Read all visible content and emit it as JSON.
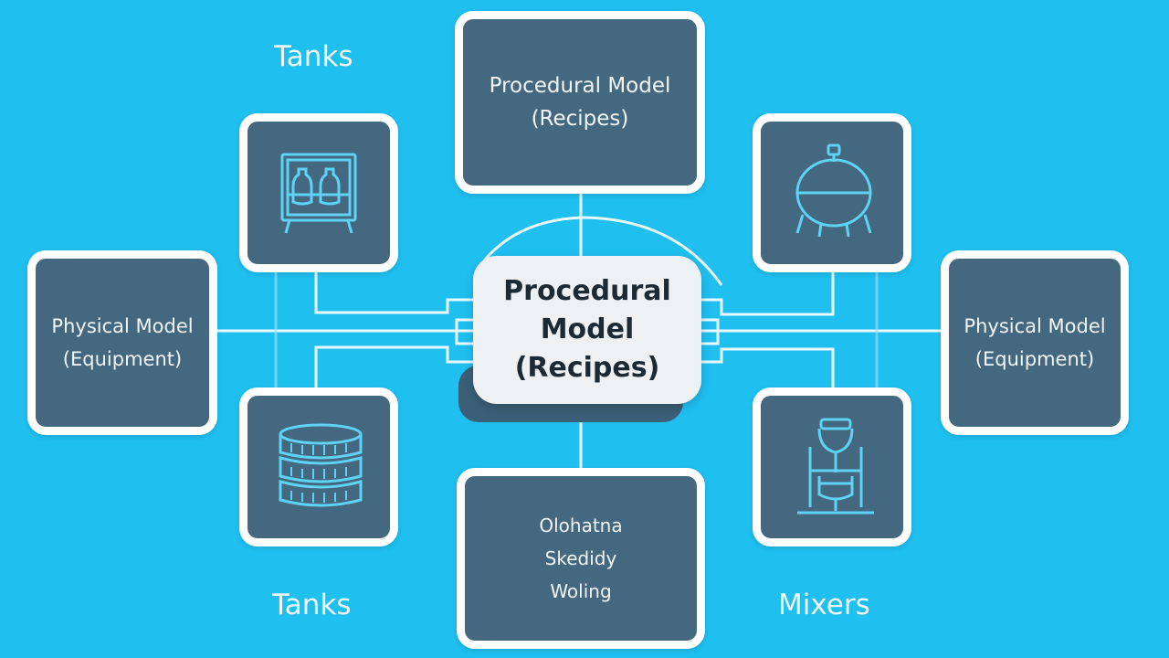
{
  "diagram": {
    "center": {
      "line1": "Procedural",
      "line2": "Model",
      "line3": "(Recipes)"
    },
    "top_box": {
      "line1": "Procedural Model",
      "line2": "(Recipes)"
    },
    "left_box": {
      "line1": "Physical Model",
      "line2": "(Equipment)"
    },
    "right_box": {
      "line1": "Physical Model",
      "line2": "(Equipment)"
    },
    "bottom_box": {
      "line1": "Olohatna",
      "line2": "Skedidy",
      "line3": "Woling"
    },
    "labels": {
      "top_left": "Tanks",
      "bottom_left": "Tanks",
      "bottom_right": "Mixers"
    },
    "icons": {
      "upper_left": "tank-cabinet-icon",
      "upper_right": "spherical-tank-icon",
      "lower_left": "stacked-tanks-icon",
      "lower_right": "mixer-icon"
    },
    "colors": {
      "background": "#1fbff0",
      "box_fill": "#44687f",
      "box_border": "#ffffff",
      "center_fill": "#eef1f4",
      "icon_stroke": "#5fd3f5"
    }
  }
}
